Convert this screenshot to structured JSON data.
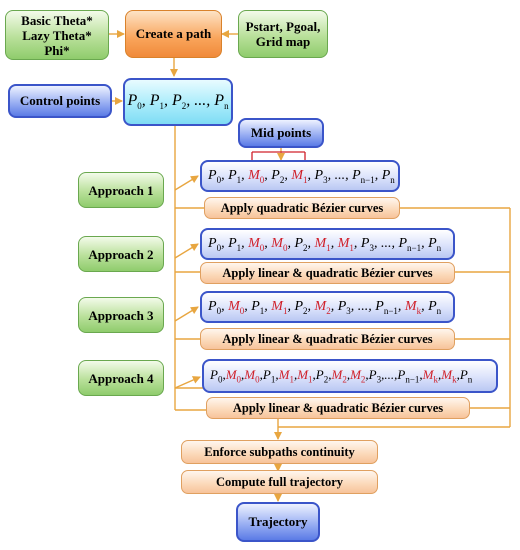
{
  "nodes": {
    "algorithms": {
      "lines": [
        "Basic Theta*",
        "Lazy Theta*",
        "Phi*"
      ]
    },
    "create_path": "Create a path",
    "inputs": {
      "lines": [
        "Pstart, Pgoal,",
        "Grid map"
      ]
    },
    "control_points": "Control points",
    "mid_points": "Mid points",
    "approach1": "Approach 1",
    "approach2": "Approach 2",
    "approach3": "Approach 3",
    "approach4": "Approach 4",
    "apply1": "Apply quadratic Bézier curves",
    "apply2": "Apply linear & quadratic Bézier curves",
    "apply3": "Apply linear & quadratic Bézier curves",
    "apply4": "Apply linear & quadratic Bézier curves",
    "continuity": "Enforce subpaths continuity",
    "compute": "Compute full trajectory",
    "trajectory": "Trajectory"
  },
  "sequences": {
    "control": [
      {
        "b": "P",
        "s": "0"
      },
      {
        "t": ", "
      },
      {
        "b": "P",
        "s": "1"
      },
      {
        "t": ", "
      },
      {
        "b": "P",
        "s": "2"
      },
      {
        "t": ", ..., "
      },
      {
        "b": "P",
        "s": "n"
      }
    ],
    "seq1": [
      {
        "b": "P",
        "s": "0"
      },
      {
        "t": ", "
      },
      {
        "b": "P",
        "s": "1"
      },
      {
        "t": ", "
      },
      {
        "b": "M",
        "s": "0",
        "red": true
      },
      {
        "t": ", "
      },
      {
        "b": "P",
        "s": "2"
      },
      {
        "t": ", "
      },
      {
        "b": "M",
        "s": "1",
        "red": true
      },
      {
        "t": ", "
      },
      {
        "b": "P",
        "s": "3"
      },
      {
        "t": ", ..., "
      },
      {
        "b": "P",
        "s": "n−1"
      },
      {
        "t": ", "
      },
      {
        "b": "P",
        "s": "n"
      }
    ],
    "seq2": [
      {
        "b": "P",
        "s": "0"
      },
      {
        "t": ", "
      },
      {
        "b": "P",
        "s": "1"
      },
      {
        "t": ", "
      },
      {
        "b": "M",
        "s": "0",
        "red": true
      },
      {
        "t": ", "
      },
      {
        "b": "M",
        "s": "0",
        "red": true
      },
      {
        "t": ", "
      },
      {
        "b": "P",
        "s": "2"
      },
      {
        "t": ", "
      },
      {
        "b": "M",
        "s": "1",
        "red": true
      },
      {
        "t": ", "
      },
      {
        "b": "M",
        "s": "1",
        "red": true
      },
      {
        "t": ", "
      },
      {
        "b": "P",
        "s": "3"
      },
      {
        "t": ", ..., "
      },
      {
        "b": "P",
        "s": "n−1"
      },
      {
        "t": ", "
      },
      {
        "b": "P",
        "s": "n"
      }
    ],
    "seq3": [
      {
        "b": "P",
        "s": "0"
      },
      {
        "t": ", "
      },
      {
        "b": "M",
        "s": "0",
        "red": true
      },
      {
        "t": ", "
      },
      {
        "b": "P",
        "s": "1"
      },
      {
        "t": ", "
      },
      {
        "b": "M",
        "s": "1",
        "red": true
      },
      {
        "t": ", "
      },
      {
        "b": "P",
        "s": "2"
      },
      {
        "t": ", "
      },
      {
        "b": "M",
        "s": "2",
        "red": true
      },
      {
        "t": ", "
      },
      {
        "b": "P",
        "s": "3"
      },
      {
        "t": ", ..., "
      },
      {
        "b": "P",
        "s": "n−1"
      },
      {
        "t": ", "
      },
      {
        "b": "M",
        "s": "k",
        "red": true
      },
      {
        "t": ", "
      },
      {
        "b": "P",
        "s": "n"
      }
    ],
    "seq4": [
      {
        "b": "P",
        "s": "0"
      },
      {
        "t": ","
      },
      {
        "b": "M",
        "s": "0",
        "red": true
      },
      {
        "t": ","
      },
      {
        "b": "M",
        "s": "0",
        "red": true
      },
      {
        "t": ","
      },
      {
        "b": "P",
        "s": "1"
      },
      {
        "t": ","
      },
      {
        "b": "M",
        "s": "1",
        "red": true
      },
      {
        "t": ","
      },
      {
        "b": "M",
        "s": "1",
        "red": true
      },
      {
        "t": ","
      },
      {
        "b": "P",
        "s": "2"
      },
      {
        "t": ","
      },
      {
        "b": "M",
        "s": "2",
        "red": true
      },
      {
        "t": ","
      },
      {
        "b": "M",
        "s": "2",
        "red": true
      },
      {
        "t": ","
      },
      {
        "b": "P",
        "s": "3"
      },
      {
        "t": ",...,"
      },
      {
        "b": "P",
        "s": "n−1"
      },
      {
        "t": ","
      },
      {
        "b": "M",
        "s": "k",
        "red": true
      },
      {
        "t": ","
      },
      {
        "b": "M",
        "s": "k",
        "red": true
      },
      {
        "t": ","
      },
      {
        "b": "P",
        "s": "n"
      }
    ]
  },
  "colors": {
    "line_orange": "#e8a640",
    "line_red": "#d0202a",
    "accent_red": "#d0202a"
  }
}
